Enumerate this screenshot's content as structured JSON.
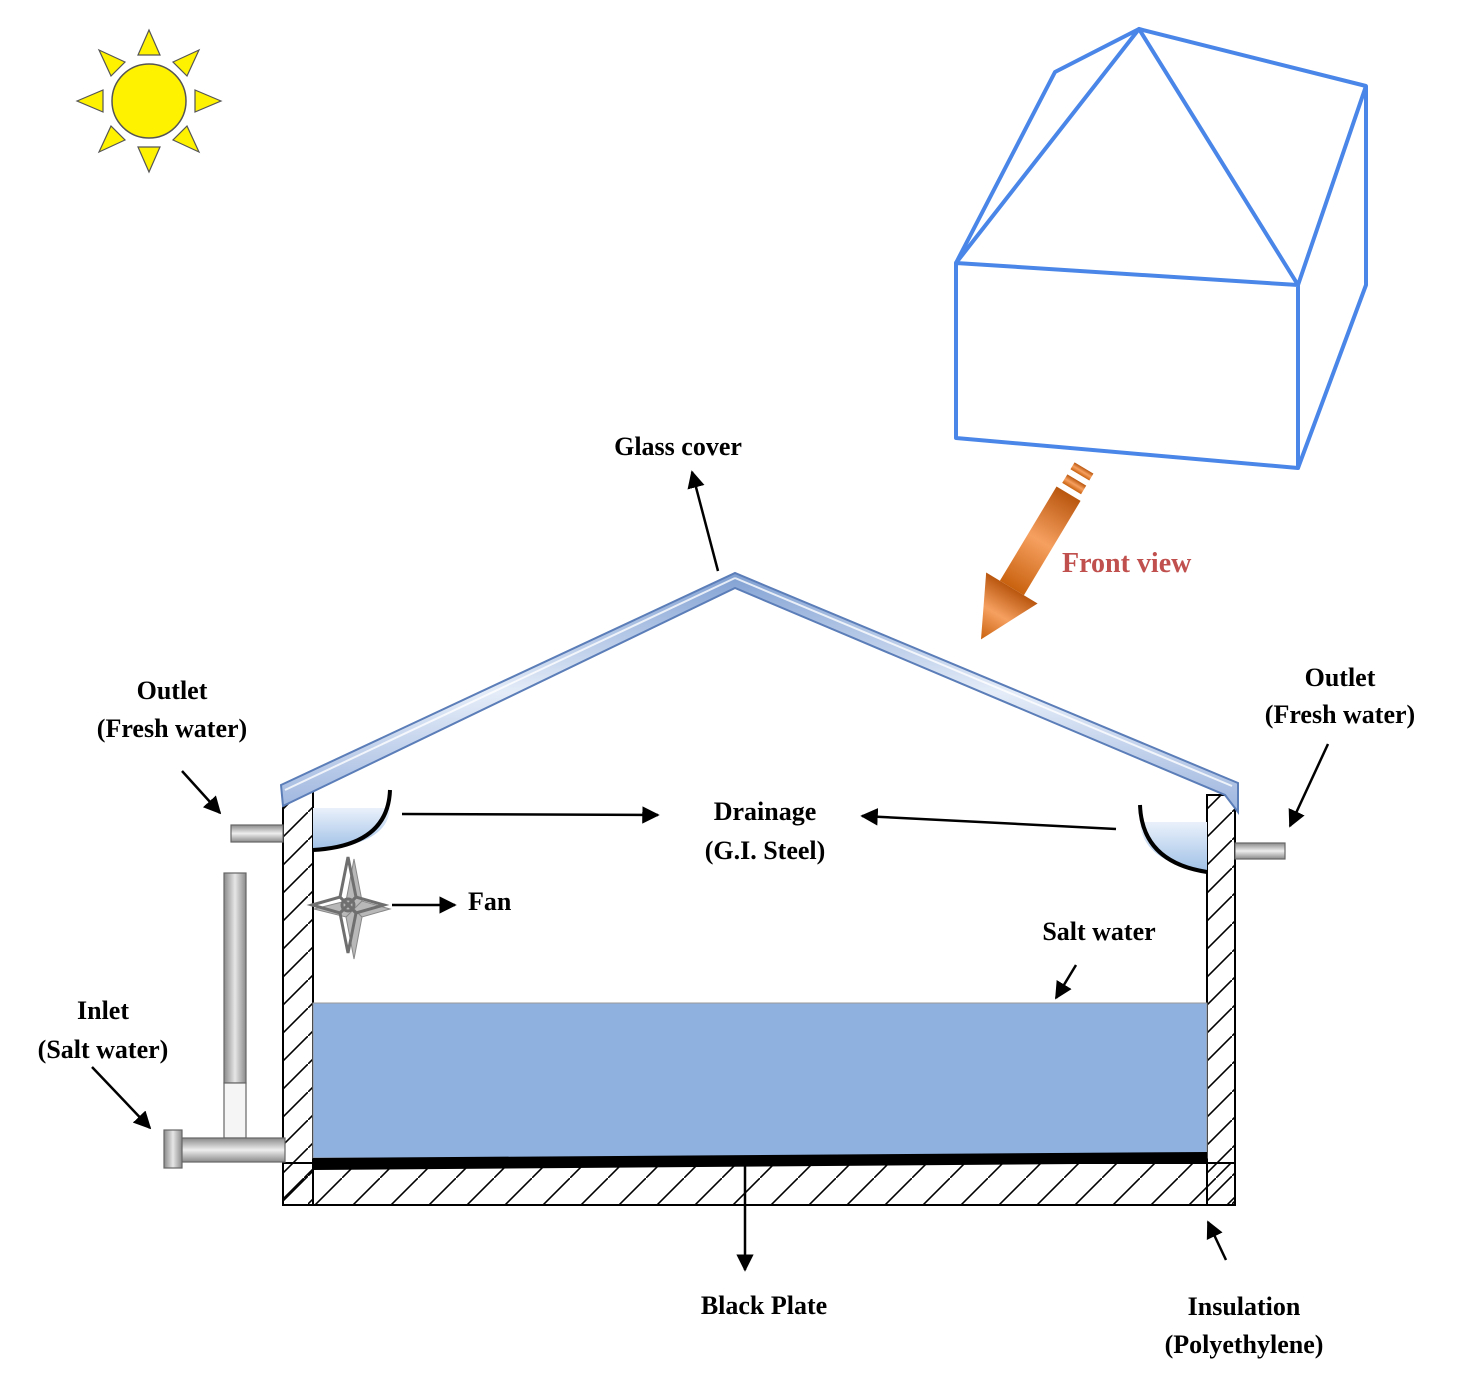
{
  "labels": {
    "glass_cover": "Glass cover",
    "front_view": "Front view",
    "outlet_left_1": "Outlet",
    "outlet_left_2": "(Fresh water)",
    "outlet_right_1": "Outlet",
    "outlet_right_2": "(Fresh water)",
    "drainage_1": "Drainage",
    "drainage_2": "(G.I. Steel)",
    "fan": "Fan",
    "salt_water": "Salt water",
    "inlet_1": "Inlet",
    "inlet_2": "(Salt water)",
    "black_plate": "Black Plate",
    "insulation_1": "Insulation",
    "insulation_2": "(Polyethylene)"
  },
  "icons": {
    "sun": "sun-icon",
    "fan": "fan-icon",
    "house": "house-3d-outline",
    "arrow": "front-view-arrow"
  },
  "colors": {
    "sun_fill": "#FFF200",
    "sun_stroke": "#333333",
    "house_outline": "#4A86E8",
    "water": "#8EB1E0",
    "glass": "#C8D6EE",
    "glass_edge": "#5B7DB8",
    "front_view_text": "#C0504D",
    "arrow_fill": "#E8731C",
    "pipe": "#B0B0B0",
    "black_plate": "#000000"
  }
}
